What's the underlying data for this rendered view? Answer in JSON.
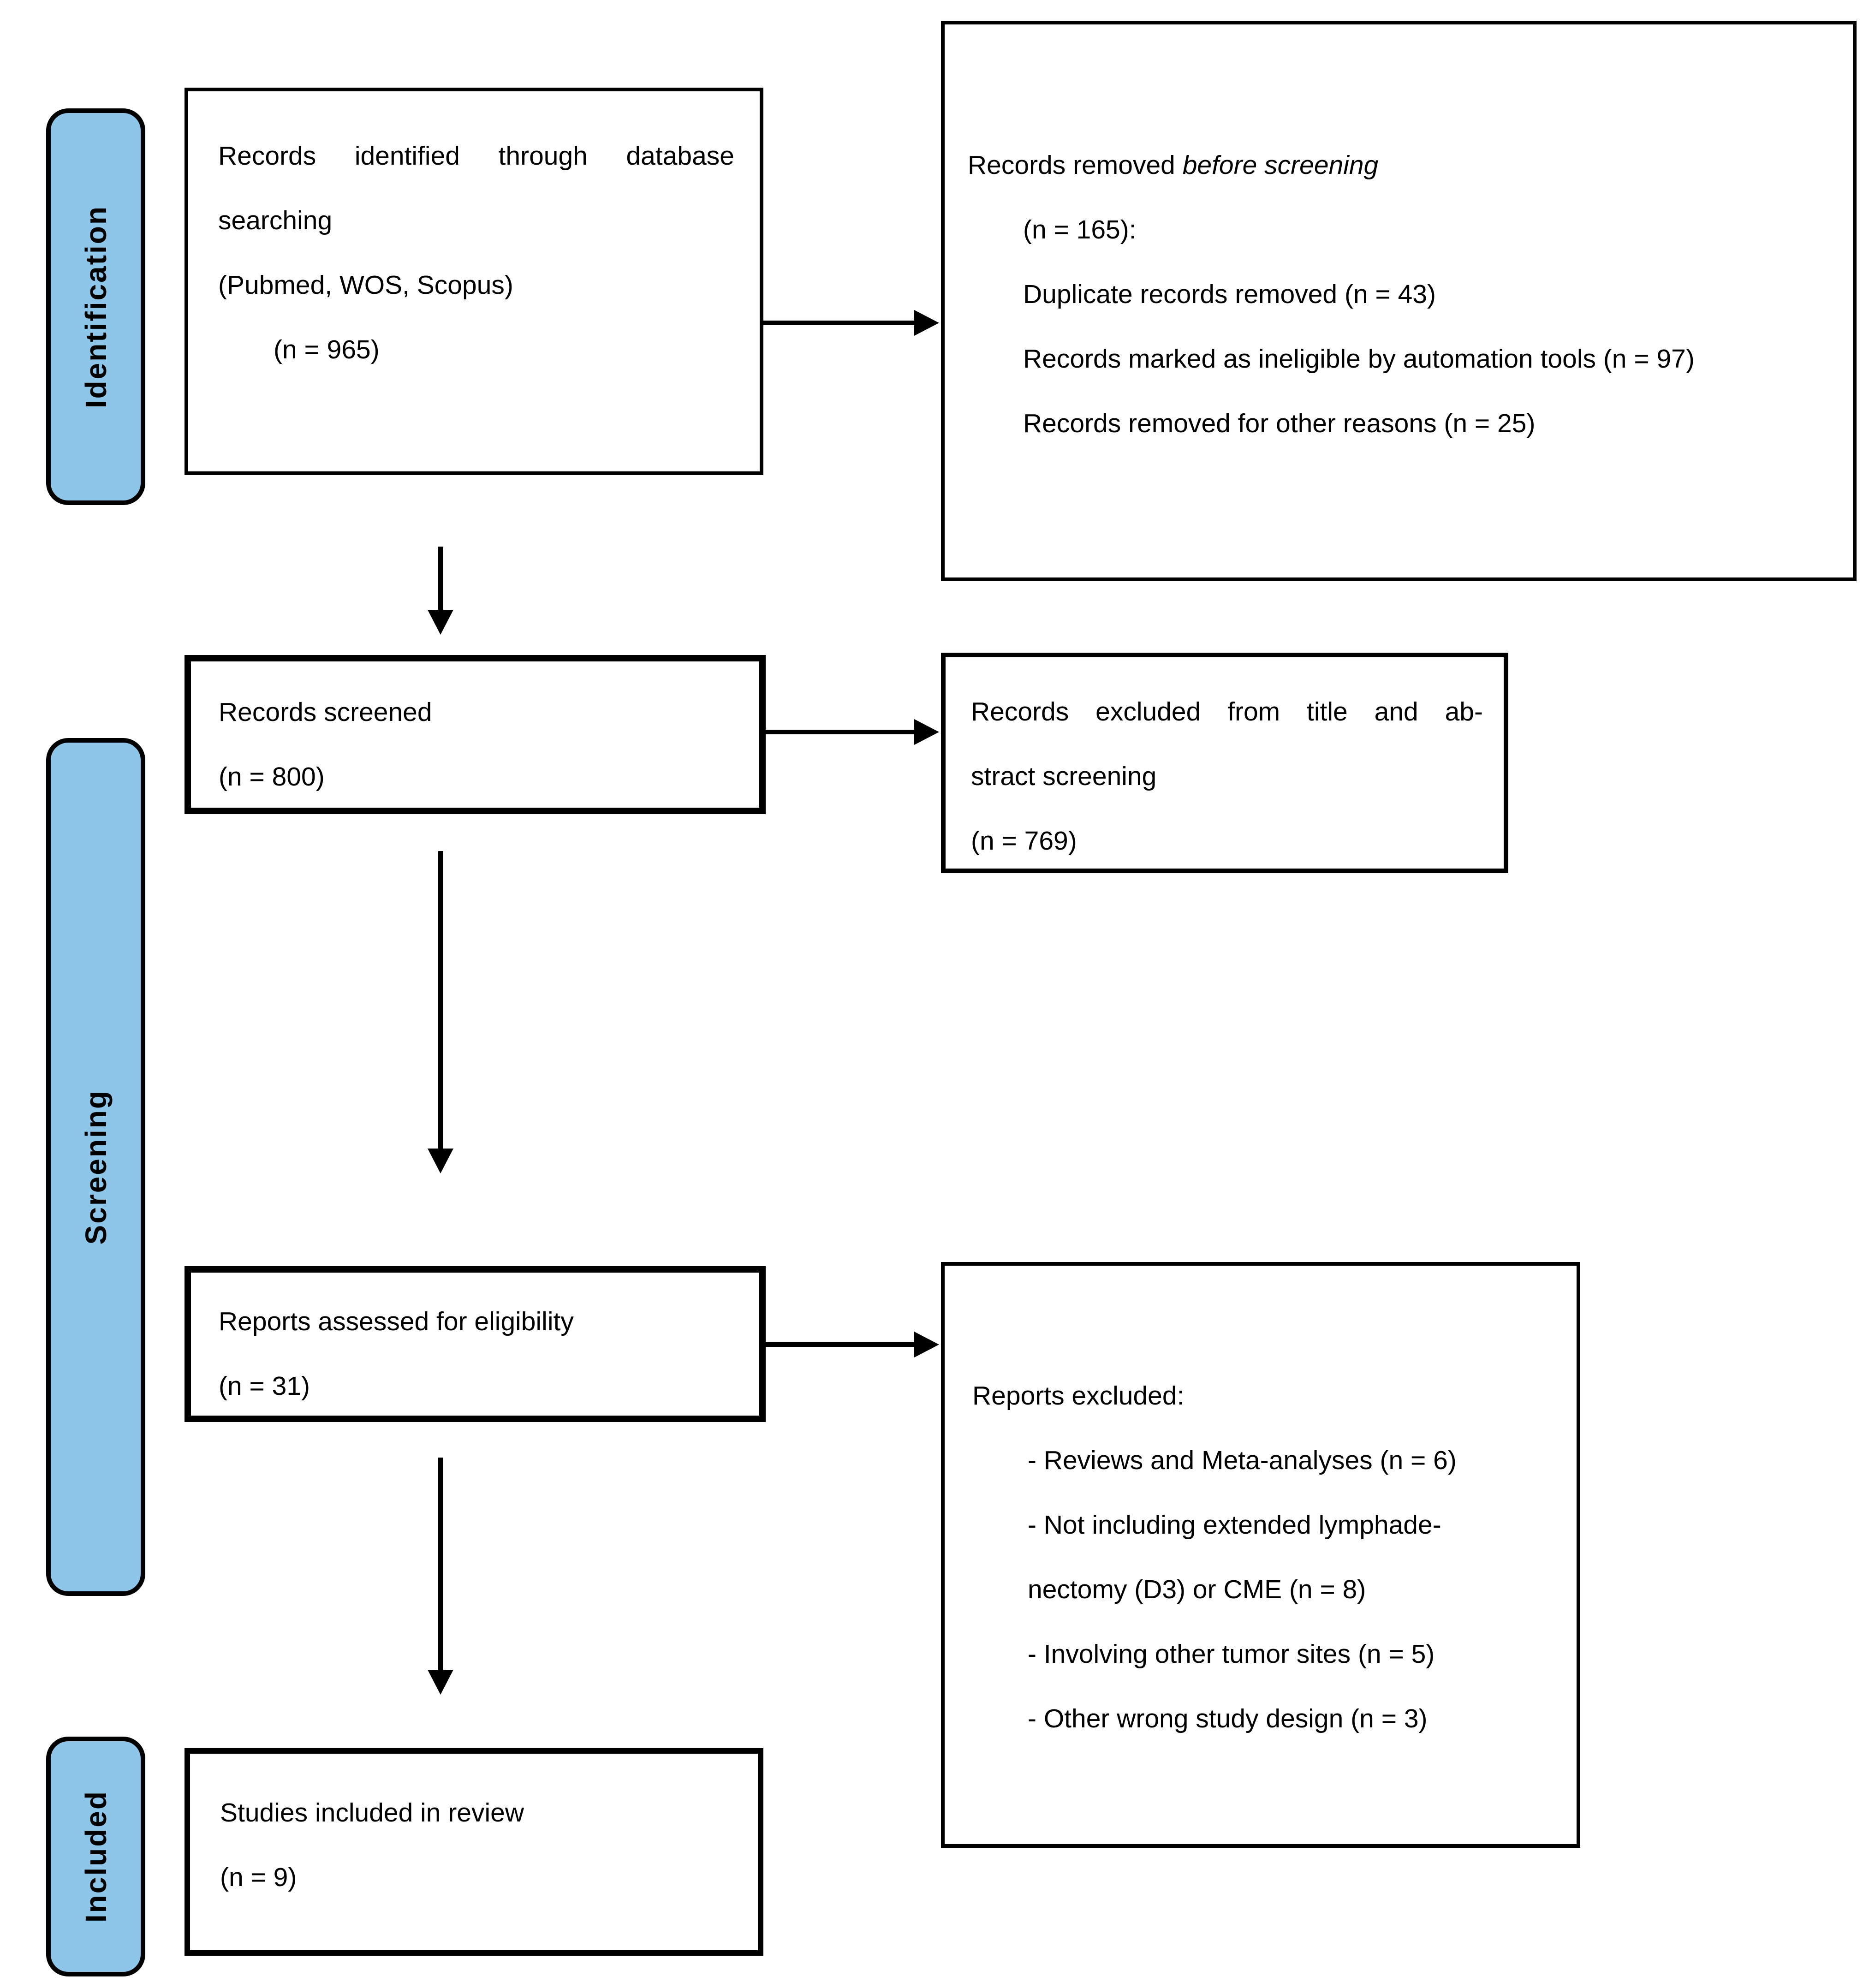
{
  "sidebar": {
    "identification": "Identification",
    "screening": "Screening",
    "included": "Included"
  },
  "boxes": {
    "records_identified": {
      "line1": "Records identified through database",
      "line2": "searching",
      "line3": "(Pubmed, WOS, Scopus)",
      "line4": "(n = 965)"
    },
    "records_removed": {
      "line1_prefix": "Records removed ",
      "line1_italic": "before screening",
      "line2": "(n = 165):",
      "line3": "Duplicate records removed (n = 43)",
      "line4": "Records marked as ineligible by automation tools (n = 97)",
      "line5": "Records removed for other reasons (n = 25)"
    },
    "records_screened": {
      "line1": "Records screened",
      "line2": "(n = 800)"
    },
    "records_excluded_abstract": {
      "line1": "Records excluded from title and ab-",
      "line2": "stract screening",
      "line3": "(n = 769)"
    },
    "reports_assessed": {
      "line1": "Reports assessed for eligibility",
      "line2": "(n = 31)"
    },
    "reports_excluded": {
      "line1": "Reports excluded:",
      "line2": "- Reviews and Meta-analyses (n = 6)",
      "line3": "- Not including extended lymphade-",
      "line4": "nectomy (D3) or CME (n = 8)",
      "line5": "- Involving other tumor sites (n = 5)",
      "line6": "- Other wrong study design (n = 3)"
    },
    "studies_included": {
      "line1": "Studies included in review",
      "line2": "(n = 9)"
    }
  },
  "colors": {
    "stage_fill": "#8DC6E8",
    "line": "#000000",
    "background": "#FFFFFF"
  }
}
